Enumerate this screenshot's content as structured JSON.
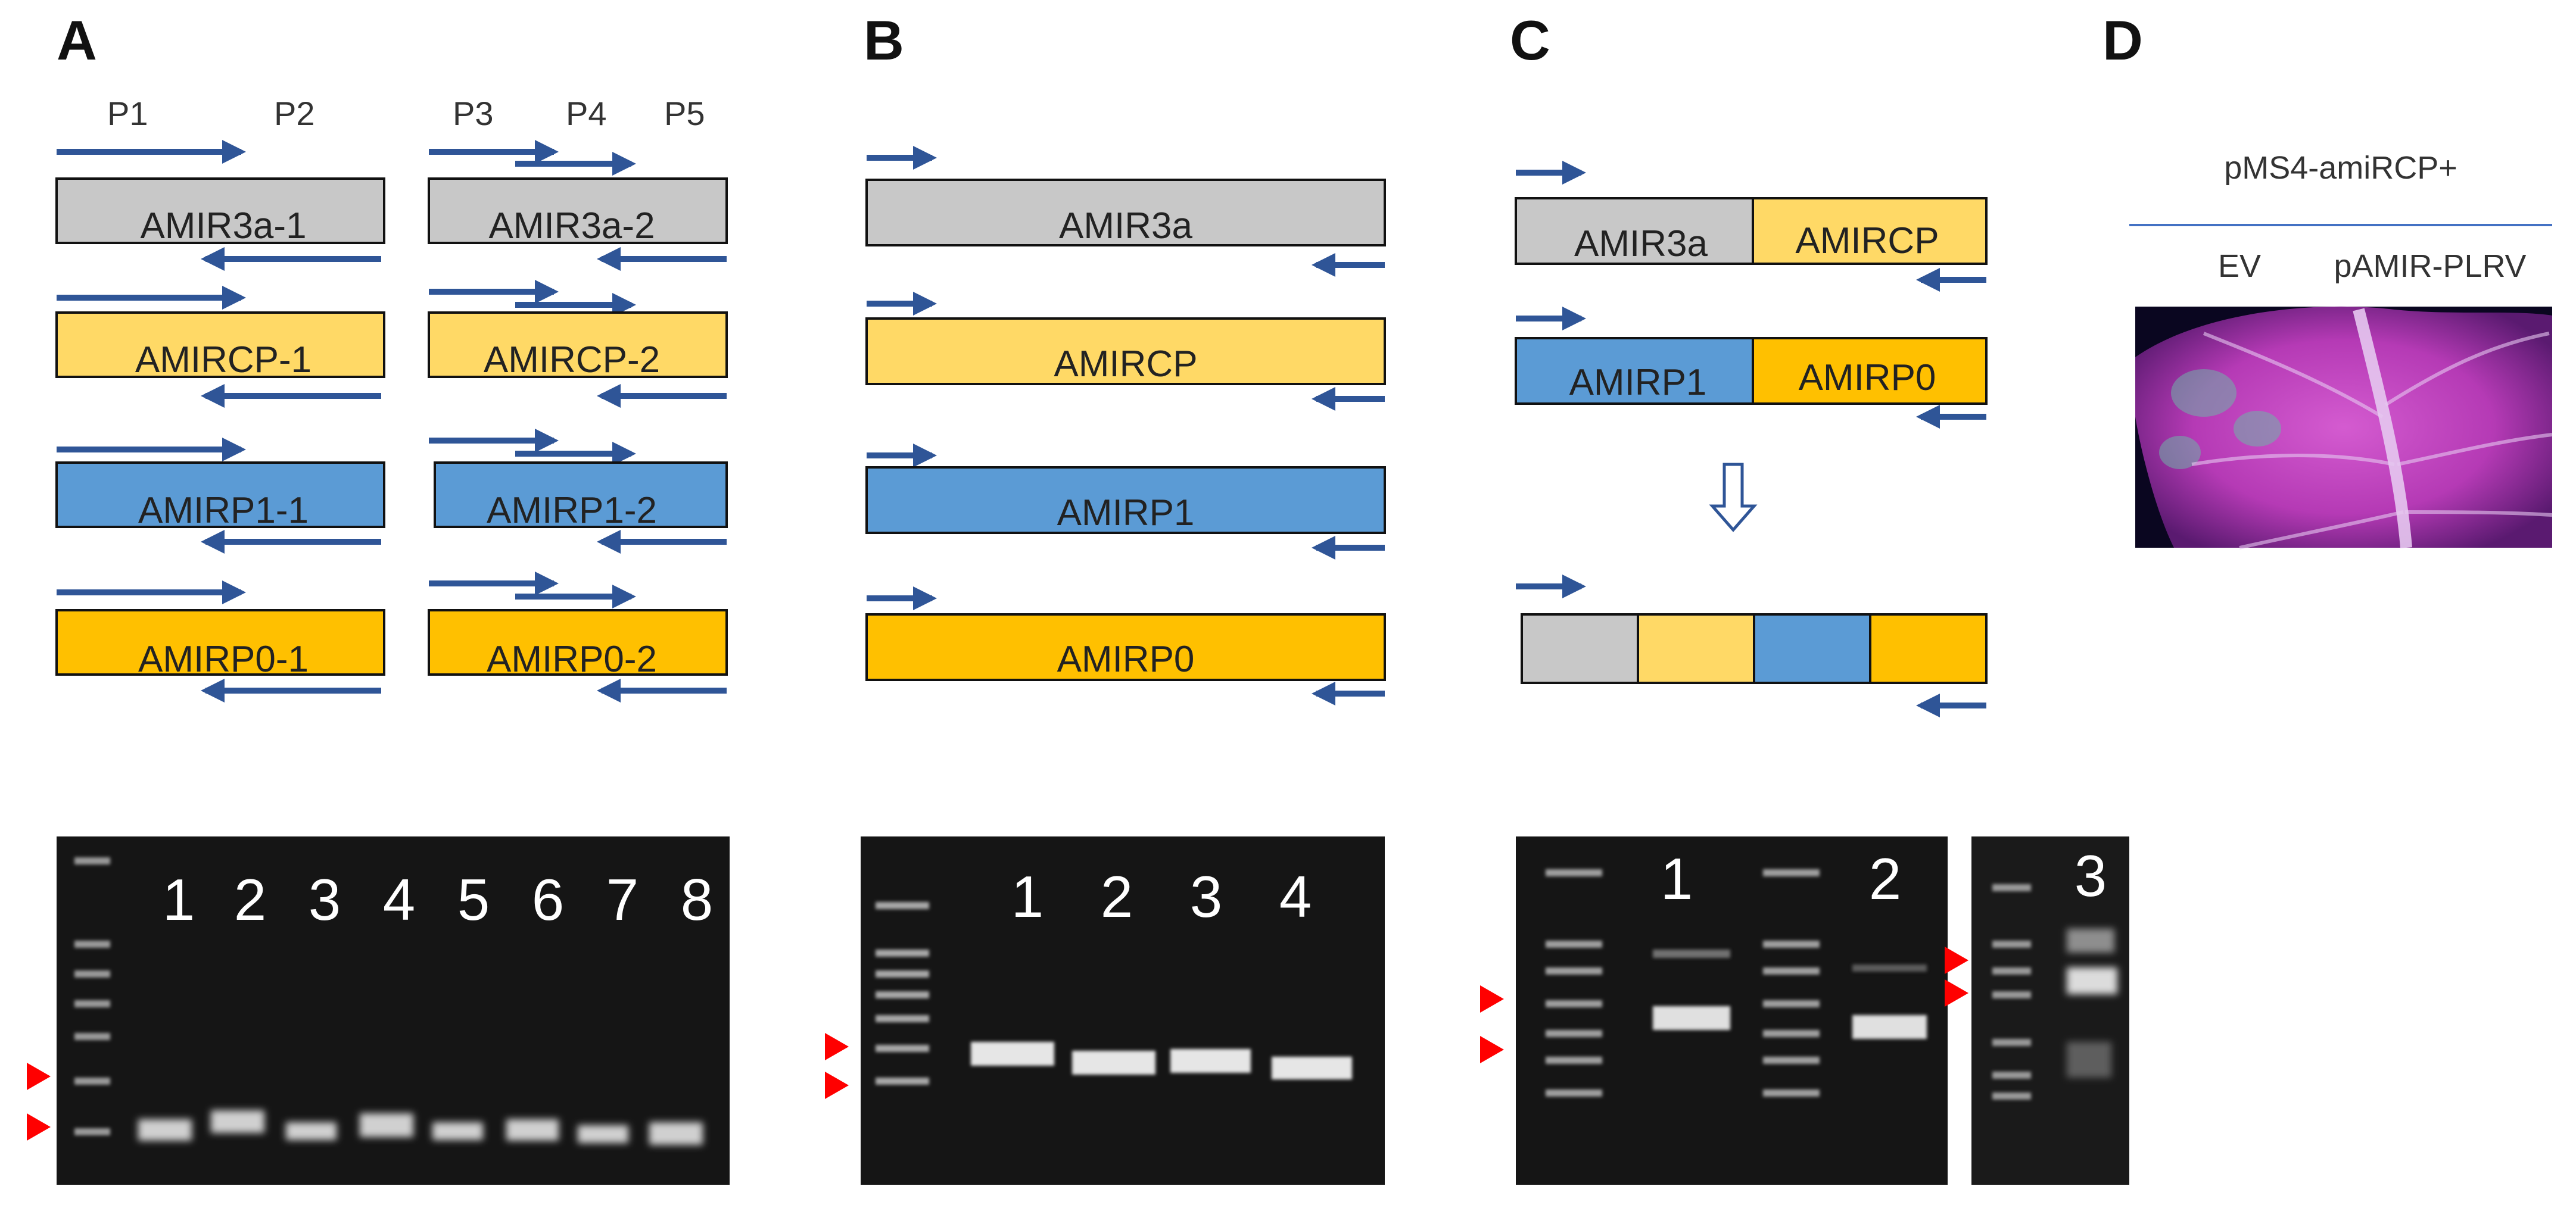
{
  "panels": {
    "A": {
      "letter": "A",
      "primers": [
        "P1",
        "P2",
        "P3",
        "P4",
        "P5"
      ],
      "boxes": [
        "AMIR3a-1",
        "AMIR3a-2",
        "AMIRCP-1",
        "AMIRCP-2",
        "AMIRP1-1",
        "AMIRP1-2",
        "AMIRP0-1",
        "AMIRP0-2"
      ],
      "lanes": [
        "1",
        "2",
        "3",
        "4",
        "5",
        "6",
        "7",
        "8"
      ]
    },
    "B": {
      "letter": "B",
      "boxes": [
        "AMIR3a",
        "AMIRCP",
        "AMIRP1",
        "AMIRP0"
      ],
      "lanes": [
        "1",
        "2",
        "3",
        "4"
      ]
    },
    "C": {
      "letter": "C",
      "boxes": [
        "AMIR3a",
        "AMIRCP",
        "AMIRP1",
        "AMIRP0"
      ],
      "lanes": [
        "1",
        "2",
        "3"
      ]
    },
    "D": {
      "letter": "D",
      "title": "pMS4-amiRCP+",
      "labels": [
        "EV",
        "pAMIR-PLRV"
      ]
    }
  },
  "colors": {
    "gray": "#c8c8c8",
    "light_yellow": "#ffd966",
    "blue": "#5b9bd5",
    "orange": "#ffc000",
    "primer_arrow": "#2f5597",
    "marker_arrow": "#ff0000"
  }
}
